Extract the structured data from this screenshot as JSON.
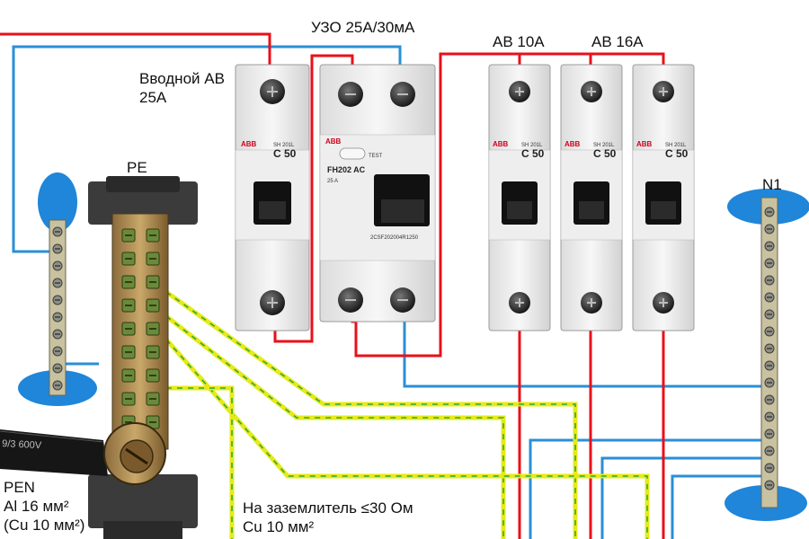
{
  "labels": {
    "rcd": "УЗО 25А/30мА",
    "breaker_10": "АВ 10А",
    "breaker_16": "АВ 16А",
    "main_breaker_line1": "Вводной АВ",
    "main_breaker_line2": "25А",
    "pe_bus": "PE",
    "n1_bus": "N1",
    "pen_line1": "PEN",
    "pen_line2": "Al 16 мм²",
    "pen_line3": "(Cu 10 мм²)",
    "ground_line1": "На заземлитель ≤30 Ом",
    "ground_line2": "Cu 10 мм²"
  },
  "devices": {
    "brand": "ABB",
    "breaker_model": "SH 201L",
    "breaker_rating": "C 50",
    "rcd_model": "FH202 AC",
    "rcd_test": "TEST",
    "rcd_rating": "25 A",
    "rcd_code": "2CSF202004R1250"
  },
  "cable_marking": "9/3   600V",
  "colors": {
    "phase": "#e8101a",
    "neutral": "#2a8fd6",
    "earth_yellow": "#e6ea1a",
    "earth_green": "#2fa83a",
    "bus_insulator": "#1f86d9"
  }
}
